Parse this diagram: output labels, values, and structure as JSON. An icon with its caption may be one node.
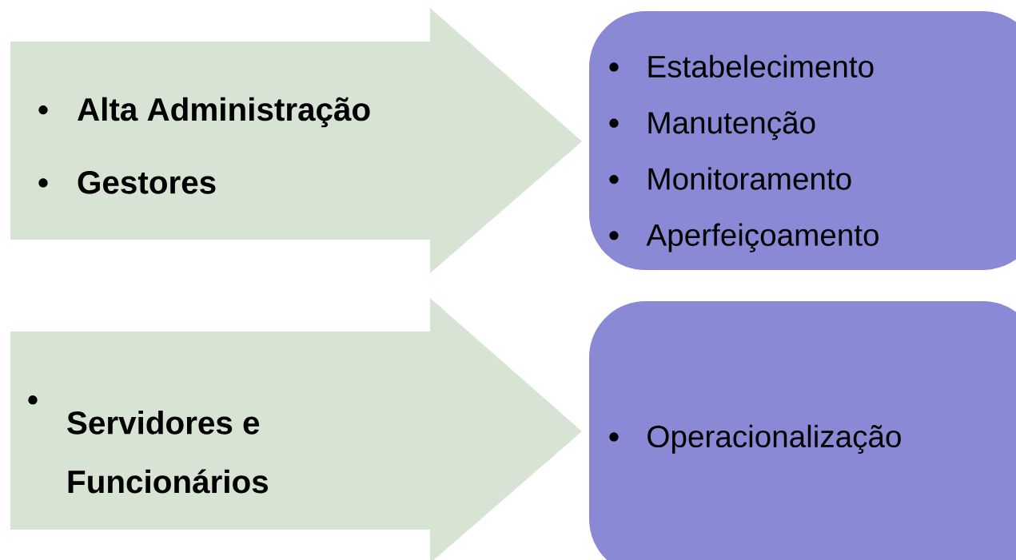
{
  "diagram": {
    "nodes": [
      {
        "text": [
          "Alta Administração",
          "Gestores"
        ]
      },
      {
        "text": [
          "Estabelecimento",
          "Manutenção",
          "Monitoramento",
          "Aperfeiçoamento"
        ]
      },
      {
        "text": [
          "Servidores e Funcionários"
        ]
      },
      {
        "text": [
          "Operacionalização"
        ]
      }
    ]
  }
}
